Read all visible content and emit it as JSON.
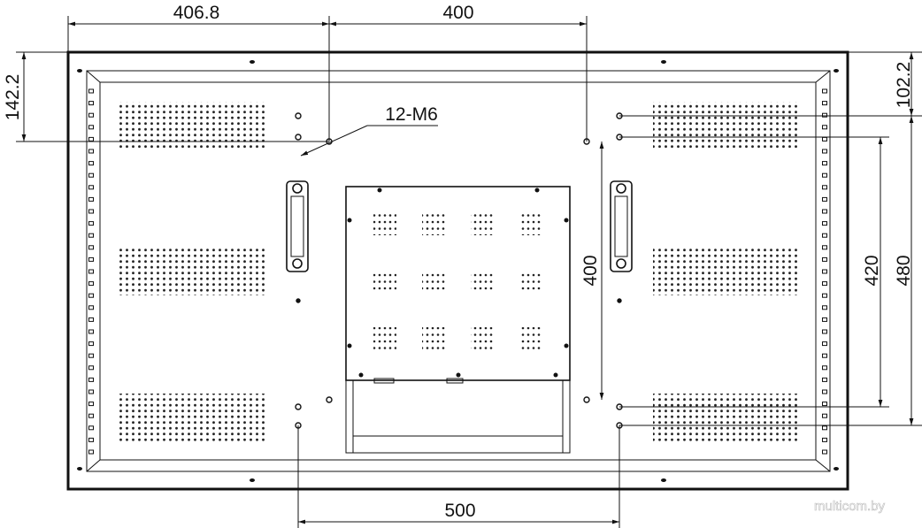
{
  "diagram": {
    "title": "Display rear panel mounting dimensions",
    "dimensions": {
      "top_left_offset": "406.8",
      "top_vesa_width": "400",
      "left_top_offset": "142.2",
      "right_top_offset": "102.2",
      "inner_vesa_height": "400",
      "mid_height": "420",
      "outer_height": "480",
      "bottom_width": "500"
    },
    "hole_label": "12-M6",
    "watermark": "multicom.by"
  }
}
